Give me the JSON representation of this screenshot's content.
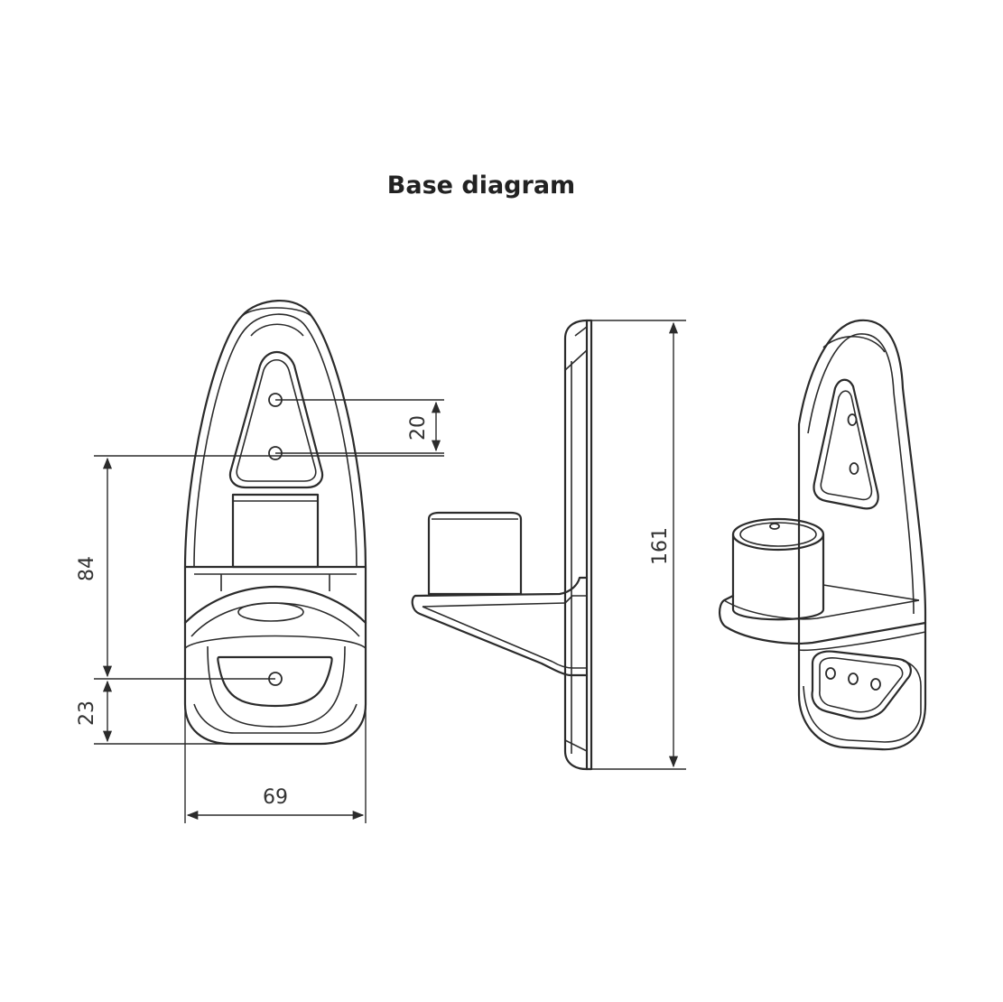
{
  "title": "Base diagram",
  "dimensions": {
    "hole_spacing": "20",
    "height_to_top_holes": "84",
    "bottom_hole_offset": "23",
    "width": "69",
    "total_height": "161"
  }
}
